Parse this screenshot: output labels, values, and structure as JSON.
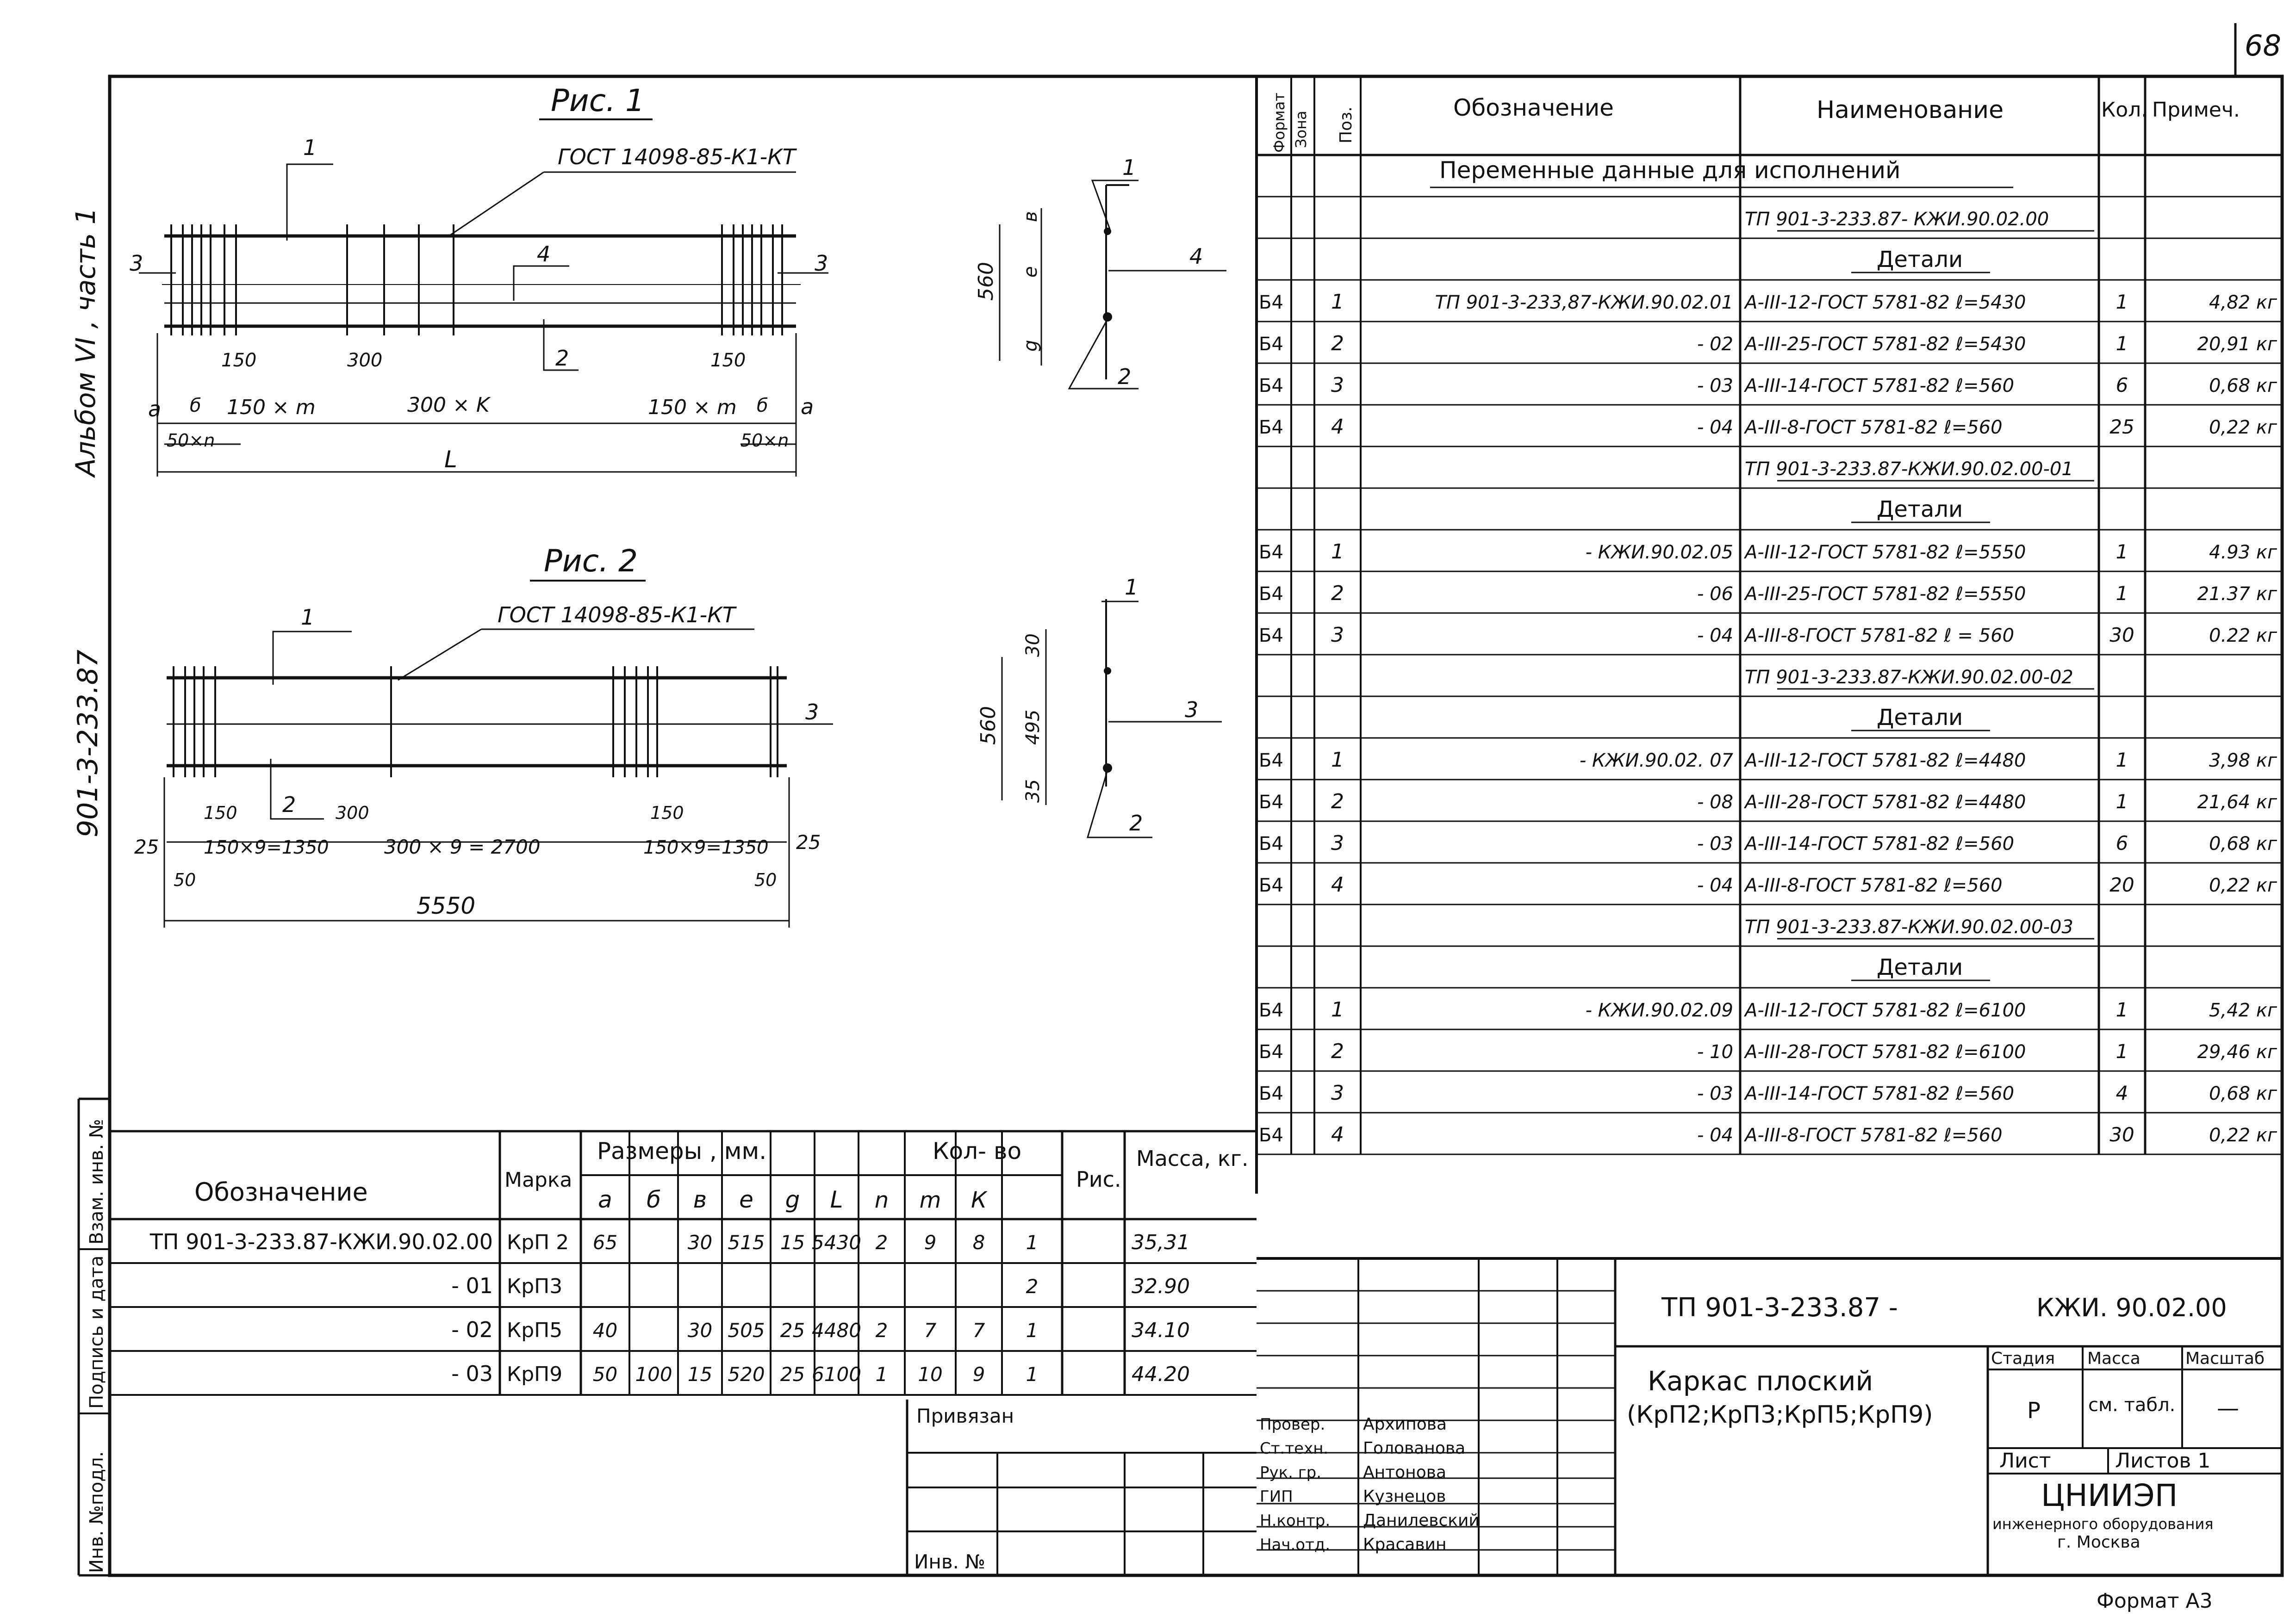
{
  "page_number": "68",
  "side": {
    "album": "Альбом VI , часть 1",
    "series": "901-3-233.87",
    "stamp_cols": [
      "Инв. №подл.",
      "Подпись и дата",
      "Взам. инв. №"
    ]
  },
  "fig1": {
    "title": "Рис. 1",
    "gost": "ГОСТ 14098-85-К1-КТ",
    "labels": {
      "p1": "1",
      "p2": "2",
      "p3l": "3",
      "p3r": "3",
      "p4": "4"
    },
    "dims": {
      "d150l": "150",
      "d300": "300",
      "d150r": "150",
      "a_l": "а",
      "b_l": "б",
      "a_r": "а",
      "b_r": "б",
      "m_l": "150 × m",
      "k": "300 × K",
      "m_r": "150 × m",
      "n_l": "50×n",
      "n_r": "50×n",
      "L": "L"
    }
  },
  "fig2": {
    "title": "Рис. 2",
    "gost": "ГОСТ 14098-85-К1-КТ",
    "labels": {
      "p1": "1",
      "p2": "2",
      "p3": "3"
    },
    "dims": {
      "d150l": "150",
      "d300": "300",
      "d150r": "150",
      "e25l": "25",
      "e25r": "25",
      "s1": "150×9=1350",
      "s2": "300 × 9 = 2700",
      "s3": "150×9=1350",
      "d50l": "50",
      "d50r": "50",
      "total": "5550"
    }
  },
  "sec1": {
    "p1": "1",
    "p2": "2",
    "p4": "4",
    "h": "560",
    "v": "в",
    "e": "е",
    "g": "g"
  },
  "sec2": {
    "p1": "1",
    "p2": "2",
    "p3": "3",
    "h": "560",
    "d30": "30",
    "d495": "495",
    "d35": "35"
  },
  "spec": {
    "head": {
      "format": "Формат",
      "zone": "Зона",
      "pos": "Поз.",
      "designation": "Обозначение",
      "name": "Наименование",
      "qty": "Кол.",
      "note": "Примеч."
    },
    "title": "Переменные данные для исполнений",
    "rows": [
      {
        "f": "",
        "p": "",
        "d": "",
        "n": "ТП 901-3-233.87- КЖИ.90.02.00",
        "q": "",
        "m": "",
        "u": true
      },
      {
        "f": "",
        "p": "",
        "d": "",
        "n": "Детали",
        "q": "",
        "m": "",
        "h": true
      },
      {
        "f": "Б4",
        "p": "1",
        "d": "ТП 901-3-233,87-КЖИ.90.02.01",
        "n": "А-III-12-ГОСТ 5781-82  ℓ=5430",
        "q": "1",
        "m": "4,82 кг"
      },
      {
        "f": "Б4",
        "p": "2",
        "d": "- 02",
        "n": "А-III-25-ГОСТ 5781-82  ℓ=5430",
        "q": "1",
        "m": "20,91 кг"
      },
      {
        "f": "Б4",
        "p": "3",
        "d": "- 03",
        "n": "А-III-14-ГОСТ 5781-82  ℓ=560",
        "q": "6",
        "m": "0,68 кг"
      },
      {
        "f": "Б4",
        "p": "4",
        "d": "- 04",
        "n": "А-III-8-ГОСТ 5781-82  ℓ=560",
        "q": "25",
        "m": "0,22 кг"
      },
      {
        "f": "",
        "p": "",
        "d": "",
        "n": "ТП 901-3-233.87-КЖИ.90.02.00-01",
        "q": "",
        "m": "",
        "u": true
      },
      {
        "f": "",
        "p": "",
        "d": "",
        "n": "Детали",
        "q": "",
        "m": "",
        "h": true
      },
      {
        "f": "Б4",
        "p": "1",
        "d": "- КЖИ.90.02.05",
        "n": "А-III-12-ГОСТ 5781-82  ℓ=5550",
        "q": "1",
        "m": "4.93 кг"
      },
      {
        "f": "Б4",
        "p": "2",
        "d": "- 06",
        "n": "А-III-25-ГОСТ 5781-82  ℓ=5550",
        "q": "1",
        "m": "21.37 кг"
      },
      {
        "f": "Б4",
        "p": "3",
        "d": "- 04",
        "n": "А-III-8-ГОСТ 5781-82  ℓ = 560",
        "q": "30",
        "m": "0.22 кг"
      },
      {
        "f": "",
        "p": "",
        "d": "",
        "n": "ТП 901-3-233.87-КЖИ.90.02.00-02",
        "q": "",
        "m": "",
        "u": true
      },
      {
        "f": "",
        "p": "",
        "d": "",
        "n": "Детали",
        "q": "",
        "m": "",
        "h": true
      },
      {
        "f": "Б4",
        "p": "1",
        "d": "- КЖИ.90.02. 07",
        "n": "А-III-12-ГОСТ 5781-82  ℓ=4480",
        "q": "1",
        "m": "3,98 кг"
      },
      {
        "f": "Б4",
        "p": "2",
        "d": "- 08",
        "n": "А-III-28-ГОСТ 5781-82  ℓ=4480",
        "q": "1",
        "m": "21,64 кг"
      },
      {
        "f": "Б4",
        "p": "3",
        "d": "- 03",
        "n": "А-III-14-ГОСТ 5781-82  ℓ=560",
        "q": "6",
        "m": "0,68 кг"
      },
      {
        "f": "Б4",
        "p": "4",
        "d": "- 04",
        "n": "А-III-8-ГОСТ 5781-82  ℓ=560",
        "q": "20",
        "m": "0,22 кг"
      },
      {
        "f": "",
        "p": "",
        "d": "",
        "n": "ТП 901-3-233.87-КЖИ.90.02.00-03",
        "q": "",
        "m": "",
        "u": true
      },
      {
        "f": "",
        "p": "",
        "d": "",
        "n": "Детали",
        "q": "",
        "m": "",
        "h": true
      },
      {
        "f": "Б4",
        "p": "1",
        "d": "- КЖИ.90.02.09",
        "n": "А-III-12-ГОСТ 5781-82  ℓ=6100",
        "q": "1",
        "m": "5,42 кг"
      },
      {
        "f": "Б4",
        "p": "2",
        "d": "- 10",
        "n": "А-III-28-ГОСТ 5781-82  ℓ=6100",
        "q": "1",
        "m": "29,46 кг"
      },
      {
        "f": "Б4",
        "p": "3",
        "d": "- 03",
        "n": "А-III-14-ГОСТ 5781-82  ℓ=560",
        "q": "4",
        "m": "0,68 кг"
      },
      {
        "f": "Б4",
        "p": "4",
        "d": "- 04",
        "n": "А-III-8-ГОСТ 5781-82  ℓ=560",
        "q": "30",
        "m": "0,22 кг"
      }
    ]
  },
  "marks": {
    "head": {
      "designation": "Обозначение",
      "mark": "Марка",
      "sizes": "Размеры , мм.",
      "cols": [
        "а",
        "б",
        "в",
        "е",
        "g",
        "L"
      ],
      "qty": "Кол- во",
      "qcols": [
        "n",
        "m",
        "К"
      ],
      "fig": "Рис.",
      "mass": "Масса, кг."
    },
    "rows": [
      {
        "d": "ТП 901-3-233.87-КЖИ.90.02.00",
        "mk": "КрП 2",
        "a": "65",
        "b": "",
        "v": "30",
        "e": "515",
        "g": "15",
        "L": "5430",
        "n": "2",
        "m": "9",
        "k": "8",
        "r": "1",
        "w": "35,31"
      },
      {
        "d": "- 01",
        "mk": "КрП3",
        "a": "",
        "b": "",
        "v": "",
        "e": "",
        "g": "",
        "L": "",
        "n": "",
        "m": "",
        "k": "",
        "r": "2",
        "w": "32.90"
      },
      {
        "d": "- 02",
        "mk": "КрП5",
        "a": "40",
        "b": "",
        "v": "30",
        "e": "505",
        "g": "25",
        "L": "4480",
        "n": "2",
        "m": "7",
        "k": "7",
        "r": "1",
        "w": "34.10"
      },
      {
        "d": "- 03",
        "mk": "КрП9",
        "a": "50",
        "b": "100",
        "v": "15",
        "e": "520",
        "g": "25",
        "L": "6100",
        "n": "1",
        "m": "10",
        "k": "9",
        "r": "1",
        "w": "44.20"
      }
    ]
  },
  "bound": {
    "label": "Привязан",
    "inv": "Инв. №"
  },
  "stamp": {
    "code": "ТП 901-3-233.87 -",
    "code2": "КЖИ. 90.02.00",
    "title": "Каркас плоский",
    "sub": "(КрП2;КрП3;КрП5;КрП9)",
    "stage_h": "Стадия",
    "mass_h": "Масса",
    "scale_h": "Масштаб",
    "stage": "Р",
    "mass": "см. табл.",
    "scale": "—",
    "sheet": "Лист",
    "sheets": "Листов 1",
    "org": "ЦНИИЭП",
    "org2": "инженерного оборудования",
    "org3": "г. Москва",
    "roles": [
      {
        "role": "Провер.",
        "name": "Архипова"
      },
      {
        "role": "Ст.техн.",
        "name": "Голованова"
      },
      {
        "role": "Рук. гр.",
        "name": "Антонова"
      },
      {
        "role": "ГИП",
        "name": "Кузнецов"
      },
      {
        "role": "Н.контр.",
        "name": "Данилевский"
      },
      {
        "role": "Нач.отд.",
        "name": "Красавин"
      }
    ]
  },
  "format": "Формат А3"
}
